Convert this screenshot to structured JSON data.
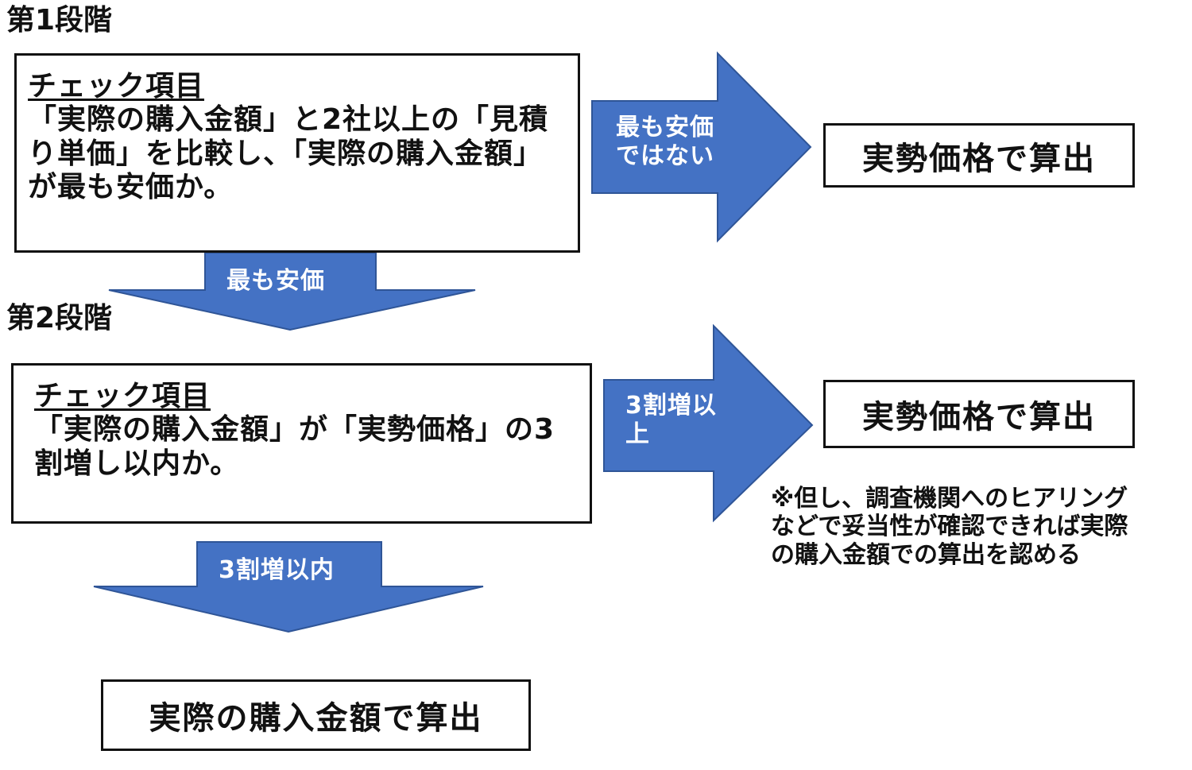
{
  "colors": {
    "arrow_fill": "#4472C4",
    "arrow_stroke": "#2F5597",
    "border": "#111111"
  },
  "stage1": {
    "title": "第1段階",
    "check_heading": "チェック項目",
    "check_lines": [
      "「実際の購入金額」と2社以上の「見積",
      "り単価」を比較し、「実際の購入金額」",
      "が最も安価か。"
    ],
    "no_label_lines": [
      "最も安価",
      "ではない"
    ],
    "no_result": "実勢価格で算出",
    "yes_label": "最も安価"
  },
  "stage2": {
    "title": "第2段階",
    "check_heading": "チェック項目",
    "check_lines": [
      "「実際の購入金額」が「実勢価格」の3",
      "割増し以内か。"
    ],
    "no_label_lines": [
      "3割増以",
      "上"
    ],
    "no_result": "実勢価格で算出",
    "note_lines": [
      "※但し、調査機関へのヒアリング",
      "などで妥当性が確認できれば実際",
      "の購入金額での算出を認める"
    ],
    "yes_label": "3割増以内",
    "yes_result": "実際の購入金額で算出"
  }
}
